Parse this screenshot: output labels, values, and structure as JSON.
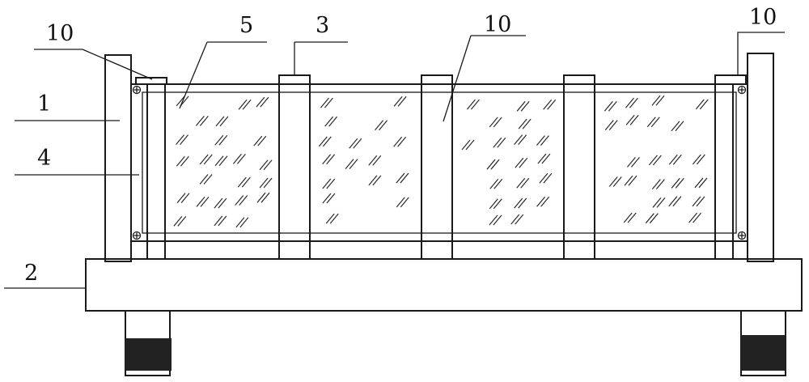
{
  "labels": {
    "post_label": "1",
    "base_label": "2",
    "divider_label": "3",
    "frame_label": "4",
    "glass_label": "5",
    "top_left_label": "10",
    "center_label": "10",
    "top_right_label": "10"
  },
  "colors": {
    "line": "#1a1a1a",
    "foot": "#222222",
    "background": "#ffffff"
  }
}
